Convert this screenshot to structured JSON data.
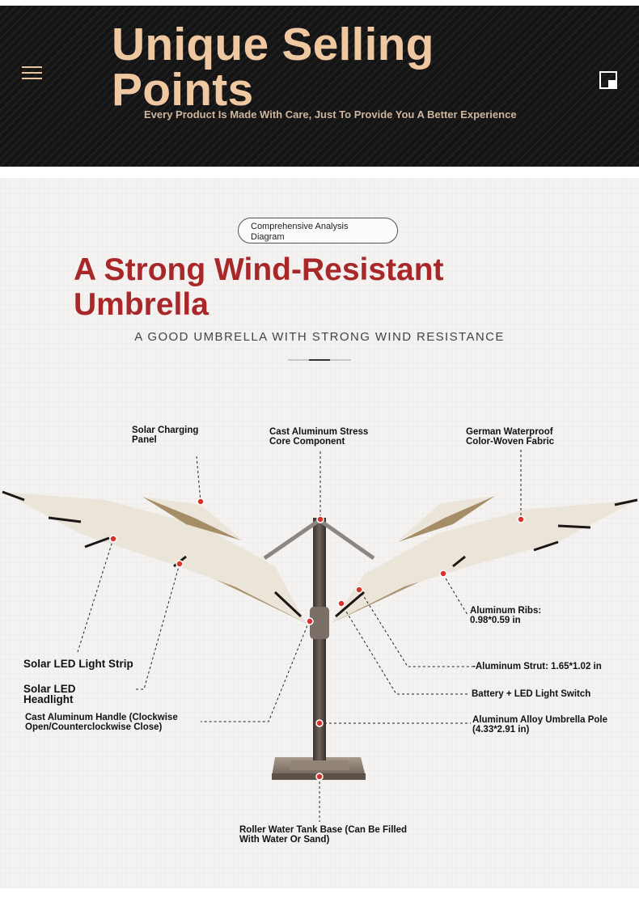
{
  "header": {
    "title": "Unique Selling Points",
    "subtitle": "Every Product Is Made With Care, Just To Provide You A Better Experience"
  },
  "section": {
    "badge": "Comprehensive Analysis Diagram",
    "title": "A Strong Wind-Resistant Umbrella",
    "tagline": "A GOOD UMBRELLA WITH STRONG WIND RESISTANCE"
  },
  "labels": {
    "solar_panel": "Solar Charging\nPanel",
    "stress_core": "Cast Aluminum Stress\nCore Component",
    "fabric": "German Waterproof\nColor-Woven Fabric",
    "ribs": "Aluminum Ribs:\n0.98*0.59 in",
    "strut": "-Aluminum Strut: 1.65*1.02 in",
    "battery": "Battery + LED Light Switch",
    "pole": "Aluminum Alloy Umbrella Pole\n(4.33*2.91 in)",
    "base": "Roller Water Tank Base (Can Be Filled\nWith Water Or Sand)",
    "led_strip": "Solar LED Light Strip",
    "led_headlight": "Solar LED\nHeadlight",
    "handle": "Cast Aluminum Handle (Clockwise\nOpen/Counterclockwise Close)"
  },
  "colors": {
    "header_bg": "#141414",
    "header_title": "#efc7a0",
    "section_title": "#a8282a",
    "marker": "#d8322c",
    "canopy_top": "#ede6db",
    "canopy_under": "#b9a37e"
  }
}
